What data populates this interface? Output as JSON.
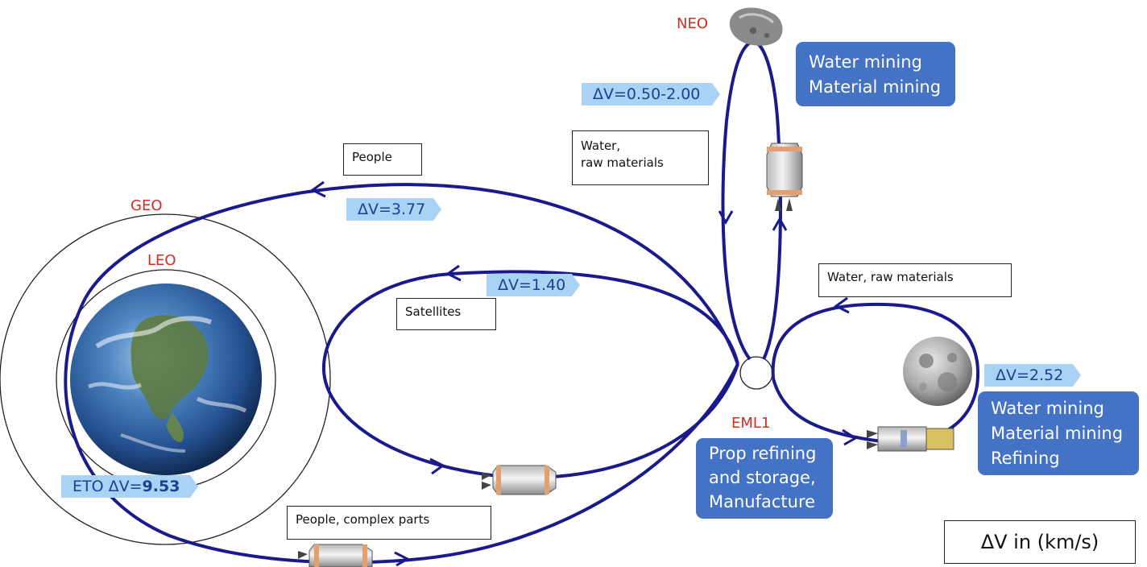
{
  "nodes": {
    "neo": "NEO",
    "geo": "GEO",
    "leo": "LEO",
    "eml1": "EML1"
  },
  "delta_v": {
    "neo": "ΔV=0.50-2.00",
    "geo": "ΔV=3.77",
    "leo_orbit": "ΔV=1.40",
    "moon": "ΔV=2.52",
    "eto_prefix": "ETO ΔV=",
    "eto_value": "9.53"
  },
  "cargo_labels": {
    "people": "People",
    "water_raw_neo": "Water,\nraw materials",
    "satellites": "Satellites",
    "water_raw_moon": "Water, raw materials",
    "people_parts": "People, complex parts"
  },
  "activities": {
    "neo": "Water mining\nMaterial mining",
    "eml1": "Prop refining\nand storage,\nManufacture",
    "moon": "Water mining\nMaterial mining\nRefining"
  },
  "units_label": "ΔV in (km/s)",
  "colors": {
    "orbit_path": "#1a1a8c",
    "activity_box": "#4472c4",
    "delta_v_tag": "#a9d2f5",
    "node_label": "#d42b22"
  },
  "icons": [
    "earth-icon",
    "moon-icon",
    "asteroid-icon",
    "spacecraft-icon"
  ]
}
